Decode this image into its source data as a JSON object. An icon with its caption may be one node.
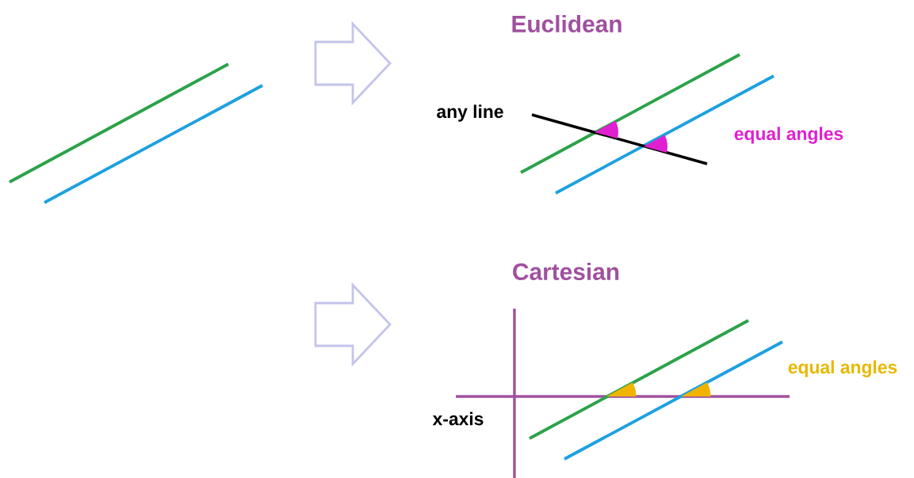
{
  "diagram": {
    "labels": [
      "Euclidean",
      "any line",
      "equal angles",
      "Cartesian",
      "equal angles",
      "x-axis"
    ]
  }
}
